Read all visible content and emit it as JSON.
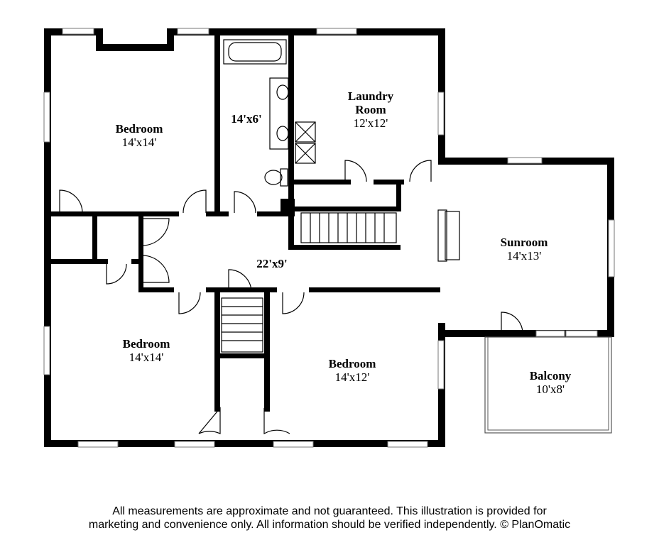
{
  "rooms": {
    "bedroom_nw": {
      "name": "Bedroom",
      "dim": "14'x14'"
    },
    "bath": {
      "name": "",
      "dim": "14'x6'"
    },
    "laundry": {
      "name_line1": "Laundry",
      "name_line2": "Room",
      "dim": "12'x12'"
    },
    "sunroom": {
      "name": "Sunroom",
      "dim": "14'x13'"
    },
    "hall": {
      "name": "",
      "dim": "22'x9'"
    },
    "bedroom_sw": {
      "name": "Bedroom",
      "dim": "14'x14'"
    },
    "bedroom_s": {
      "name": "Bedroom",
      "dim": "14'x12'"
    },
    "balcony": {
      "name": "Balcony",
      "dim": "10'x8'"
    }
  },
  "disclaimer": {
    "line1": "All measurements are approximate and not guaranteed. This illustration is provided for",
    "line2": "marketing and convenience only. All information should be verified independently. © PlanOmatic"
  },
  "colors": {
    "wall": "#000000",
    "background": "#ffffff",
    "window": "#777777"
  }
}
